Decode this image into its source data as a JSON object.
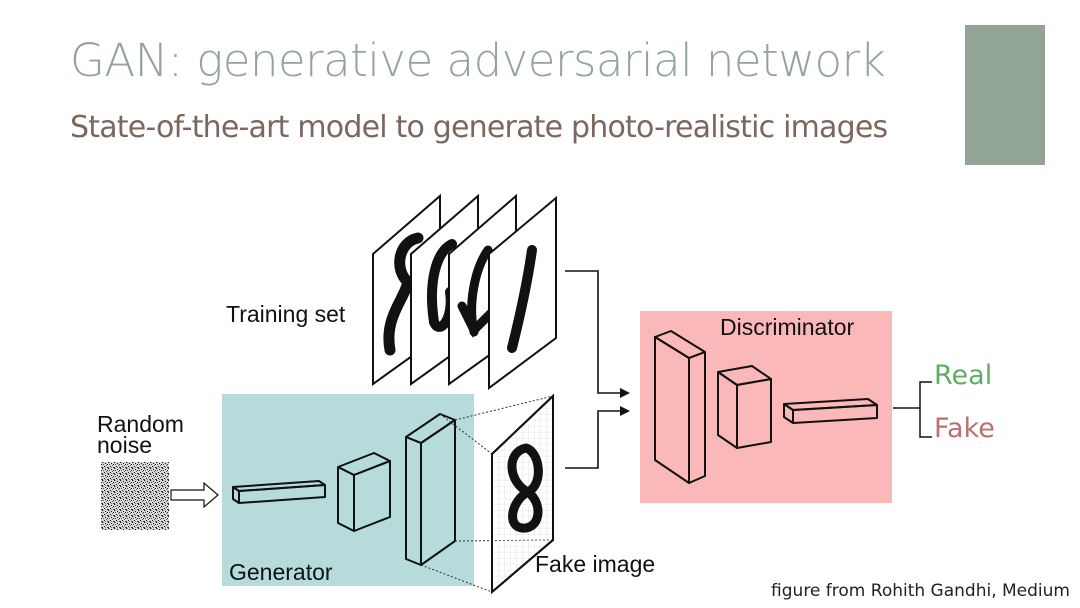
{
  "slide": {
    "title": "GAN: generative adversarial network",
    "subtitle": "State-of-the-art model to generate photo-realistic images",
    "accent_color": "#92a496"
  },
  "diagram": {
    "training_set_label": "Training set",
    "random_noise_label_line1": "Random",
    "random_noise_label_line2": "noise",
    "generator_label": "Generator",
    "fake_image_label": "Fake image",
    "discriminator_label": "Discriminator",
    "output_real_label": "Real",
    "output_fake_label": "Fake",
    "generator_color": "#b5dcdb",
    "discriminator_color": "#fbb8b9",
    "real_color": "#5fae60",
    "fake_color": "#b9706e"
  },
  "credit": {
    "text": "figure from Rohith Gandhi, Medium"
  }
}
